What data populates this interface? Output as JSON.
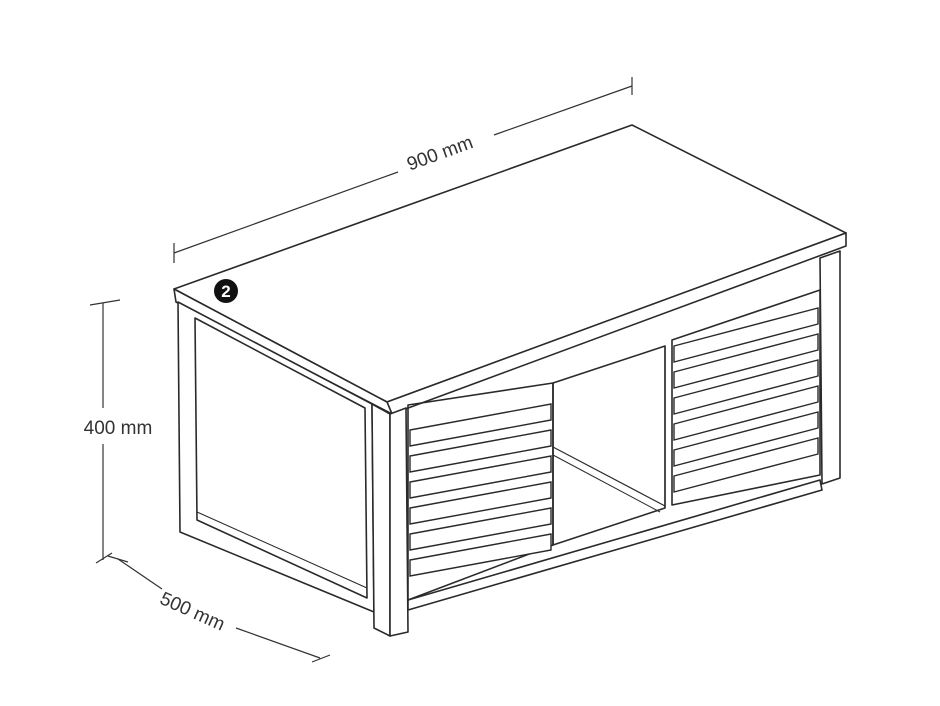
{
  "dimensions": {
    "width": "900 mm",
    "height": "400 mm",
    "depth": "500 mm"
  },
  "callout": {
    "number": "2"
  },
  "colors": {
    "line": "#2a2a2a",
    "dimension_line": "#333333",
    "background": "#ffffff",
    "callout_fill": "#111111"
  }
}
